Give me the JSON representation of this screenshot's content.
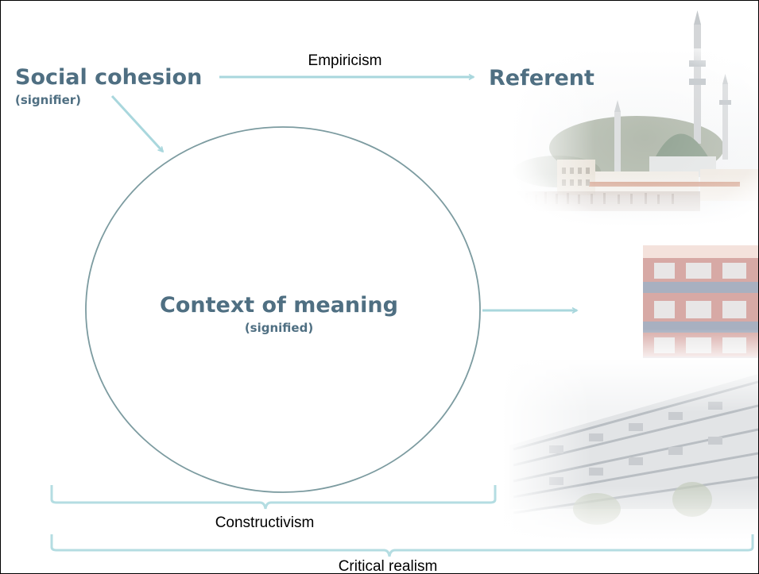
{
  "colors": {
    "heading": "#4f6f82",
    "arrow": "#a9d7dd",
    "circle": "#7c9ba0",
    "bracket": "#b4dde2",
    "label": "#000000"
  },
  "signifier": {
    "title": "Social cohesion",
    "subtitle": "(signifier)"
  },
  "referent": {
    "title": "Referent"
  },
  "empiricism": {
    "label": "Empiricism"
  },
  "context": {
    "title": "Context of meaning",
    "subtitle": "(signified)"
  },
  "brackets": {
    "constructivism": "Constructivism",
    "critical_realism": "Critical realism"
  },
  "images": {
    "mosque": "mosque-photo",
    "balconies": "balcony-building-photo",
    "housing_block": "housing-block-photo"
  }
}
